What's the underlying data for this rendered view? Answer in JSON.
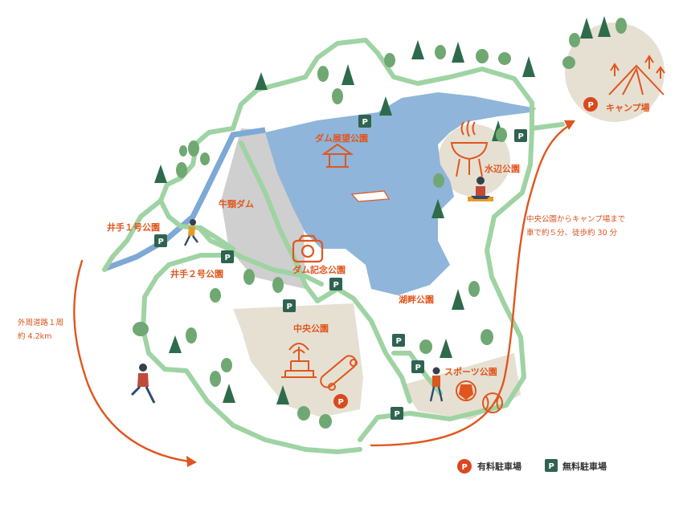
{
  "places": {
    "dam_view_park": "ダム展望公園",
    "waterside_park": "水辺公園",
    "camp_site": "キャンプ場",
    "gyukubi_dam": "牛頸ダム",
    "ide1_park": "井手１号公園",
    "ide2_park": "井手２号公園",
    "dam_memorial_park": "ダム記念公園",
    "lakeside_park": "湖畔公園",
    "central_park": "中央公園",
    "sports_park": "スポーツ公園"
  },
  "notes": {
    "camp_access_line1": "中央公園からキャンプ場まで",
    "camp_access_line2": "車で約５分、徒歩約 30 分",
    "outer_road_line1": "外周道路１周",
    "outer_road_line2": "約 4.2km"
  },
  "parking": {
    "symbol": "P"
  },
  "legend": {
    "paid_parking": "有料駐車場",
    "free_parking": "無料駐車場"
  },
  "colors": {
    "water": "#8fb5da",
    "road": "#9fd3a3",
    "path_blue": "#7ea9d6",
    "park_area": "#e6e0d2",
    "dam": "#cfcfcf",
    "accent_orange": "#e0561e",
    "tree_dark": "#2e6b4a",
    "tree_light": "#6fa872",
    "parking_free": "#2f6350",
    "parking_paid": "#d9481f"
  }
}
